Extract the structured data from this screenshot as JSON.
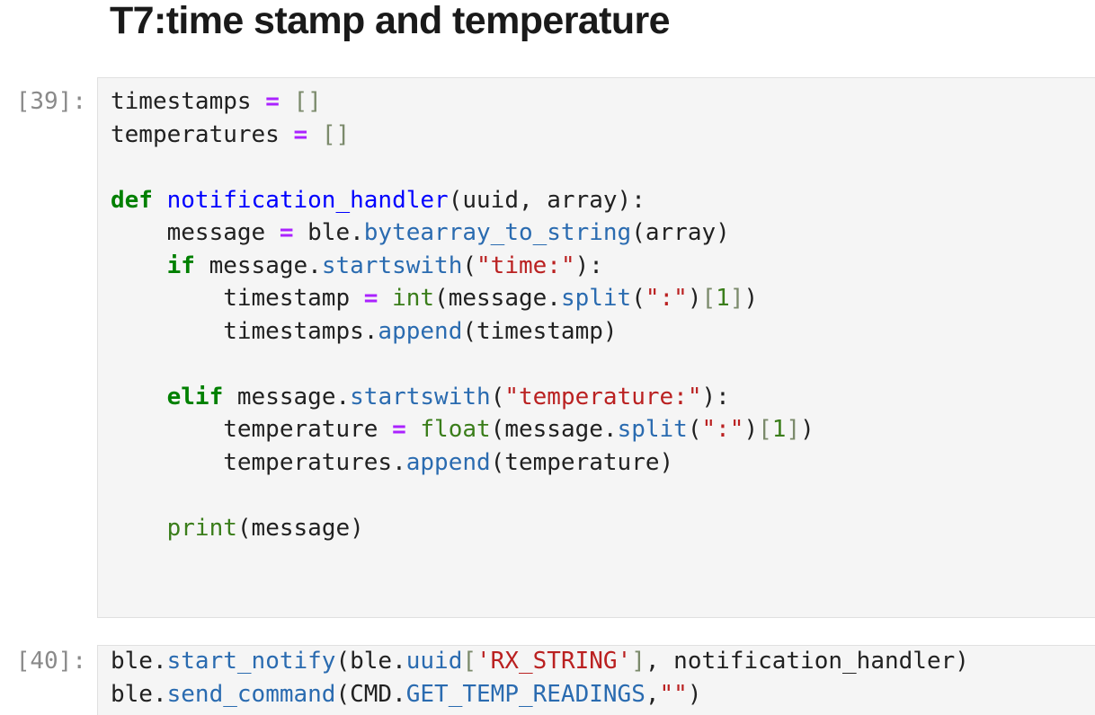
{
  "notebook": {
    "heading": "T7:time stamp and temperature",
    "cells": [
      {
        "prompt": "[39]:",
        "lines": [
          [
            [
              "t",
              "timestamps "
            ],
            [
              "op",
              "="
            ],
            [
              "t",
              " "
            ],
            [
              "br",
              "[]"
            ]
          ],
          [
            [
              "t",
              "temperatures "
            ],
            [
              "op",
              "="
            ],
            [
              "t",
              " "
            ],
            [
              "br",
              "[]"
            ]
          ],
          [],
          [
            [
              "kw",
              "def"
            ],
            [
              "t",
              " "
            ],
            [
              "fnn",
              "notification_handler"
            ],
            [
              "t",
              "(uuid, array):"
            ]
          ],
          [
            [
              "t",
              "    message "
            ],
            [
              "op",
              "="
            ],
            [
              "t",
              " ble."
            ],
            [
              "meth",
              "bytearray_to_string"
            ],
            [
              "t",
              "(array)"
            ]
          ],
          [
            [
              "t",
              "    "
            ],
            [
              "kw",
              "if"
            ],
            [
              "t",
              " message."
            ],
            [
              "meth",
              "startswith"
            ],
            [
              "t",
              "("
            ],
            [
              "str",
              "\"time:\""
            ],
            [
              "t",
              "):"
            ]
          ],
          [
            [
              "t",
              "        timestamp "
            ],
            [
              "op",
              "="
            ],
            [
              "t",
              " "
            ],
            [
              "bi",
              "int"
            ],
            [
              "t",
              "(message."
            ],
            [
              "meth",
              "split"
            ],
            [
              "t",
              "("
            ],
            [
              "str",
              "\":\""
            ],
            [
              "t",
              ")"
            ],
            [
              "br",
              "["
            ],
            [
              "num",
              "1"
            ],
            [
              "br",
              "]"
            ],
            [
              "t",
              ")"
            ]
          ],
          [
            [
              "t",
              "        timestamps."
            ],
            [
              "meth",
              "append"
            ],
            [
              "t",
              "(timestamp)"
            ]
          ],
          [],
          [
            [
              "t",
              "    "
            ],
            [
              "kw",
              "elif"
            ],
            [
              "t",
              " message."
            ],
            [
              "meth",
              "startswith"
            ],
            [
              "t",
              "("
            ],
            [
              "str",
              "\"temperature:\""
            ],
            [
              "t",
              "):"
            ]
          ],
          [
            [
              "t",
              "        temperature "
            ],
            [
              "op",
              "="
            ],
            [
              "t",
              " "
            ],
            [
              "bi",
              "float"
            ],
            [
              "t",
              "(message."
            ],
            [
              "meth",
              "split"
            ],
            [
              "t",
              "("
            ],
            [
              "str",
              "\":\""
            ],
            [
              "t",
              ")"
            ],
            [
              "br",
              "["
            ],
            [
              "num",
              "1"
            ],
            [
              "br",
              "]"
            ],
            [
              "t",
              ")"
            ]
          ],
          [
            [
              "t",
              "        temperatures."
            ],
            [
              "meth",
              "append"
            ],
            [
              "t",
              "(temperature)"
            ]
          ],
          [],
          [
            [
              "t",
              "    "
            ],
            [
              "bi",
              "print"
            ],
            [
              "t",
              "(message)"
            ]
          ]
        ]
      },
      {
        "prompt": "[40]:",
        "lines": [
          [
            [
              "t",
              "ble."
            ],
            [
              "meth",
              "start_notify"
            ],
            [
              "t",
              "(ble."
            ],
            [
              "meth",
              "uuid"
            ],
            [
              "br",
              "["
            ],
            [
              "str",
              "'RX_STRING'"
            ],
            [
              "br",
              "]"
            ],
            [
              "t",
              ", notification_handler)"
            ]
          ],
          [
            [
              "t",
              "ble."
            ],
            [
              "meth",
              "send_command"
            ],
            [
              "t",
              "(CMD."
            ],
            [
              "meth",
              "GET_TEMP_READINGS"
            ],
            [
              "t",
              ","
            ],
            [
              "str",
              "\"\""
            ],
            [
              "t",
              ")"
            ]
          ]
        ]
      }
    ]
  }
}
